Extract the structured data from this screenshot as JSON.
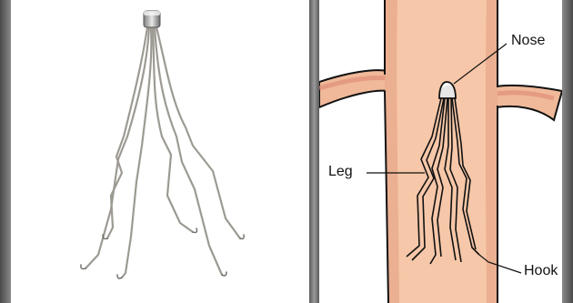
{
  "labels": {
    "nose": "Nose",
    "leg": "Leg",
    "hook": "Hook"
  },
  "colors": {
    "vessel_fill": "#f6c7a8",
    "vessel_wall": "#e7a88a",
    "wire": "#9c9a92",
    "cap": "#c9c9c9",
    "outline": "#111111"
  }
}
